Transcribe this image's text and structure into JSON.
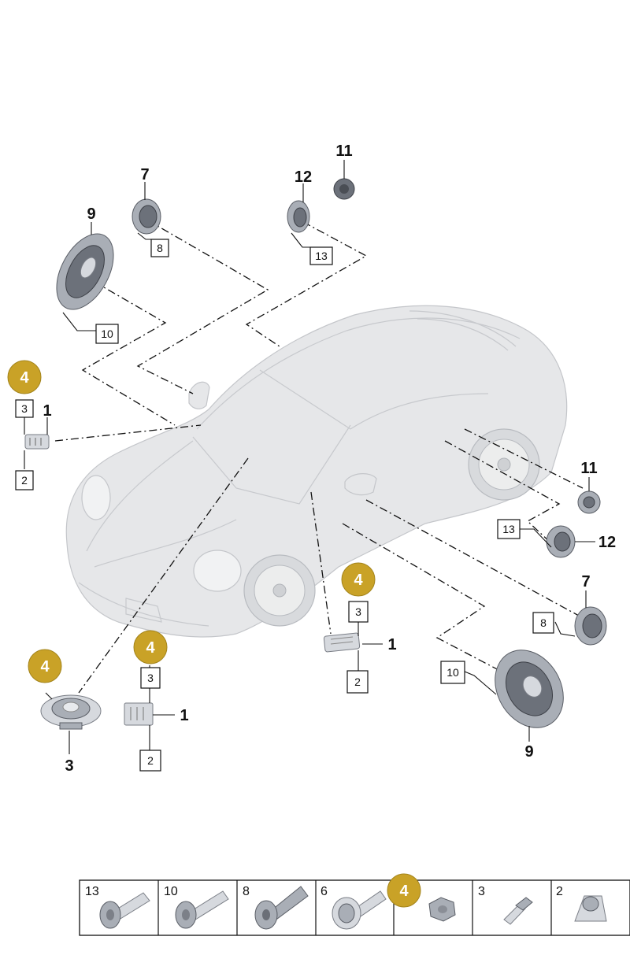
{
  "badges": {
    "b1": "4",
    "b2": "4",
    "b3": "4",
    "b4": "4",
    "b5": "4"
  },
  "labels": {
    "n11a": "11",
    "n12a": "12",
    "n7a": "7",
    "n9a": "9",
    "n1a": "1",
    "n1b": "1",
    "n1c": "1",
    "n3a": "3",
    "n11b": "11",
    "n12b": "12",
    "n7b": "7",
    "n9b": "9"
  },
  "boxes": {
    "b8a": "8",
    "b13a": "13",
    "b10a": "10",
    "b3a": "3",
    "b2a": "2",
    "b13b": "13",
    "b3b": "3",
    "b2b": "2",
    "b3c": "3",
    "b2c": "2",
    "b8b": "8",
    "b10b": "10"
  },
  "fastener_table": {
    "cells": [
      {
        "label": "13",
        "icon": "bolt-icon"
      },
      {
        "label": "10",
        "icon": "bolt-icon"
      },
      {
        "label": "8",
        "icon": "bolt-icon"
      },
      {
        "label": "6",
        "icon": "flange-bolt-icon"
      },
      {
        "label": "",
        "icon": "hex-nut-icon",
        "badge": "4"
      },
      {
        "label": "3",
        "icon": "stud-icon"
      },
      {
        "label": "2",
        "icon": "clip-nut-icon"
      }
    ]
  }
}
